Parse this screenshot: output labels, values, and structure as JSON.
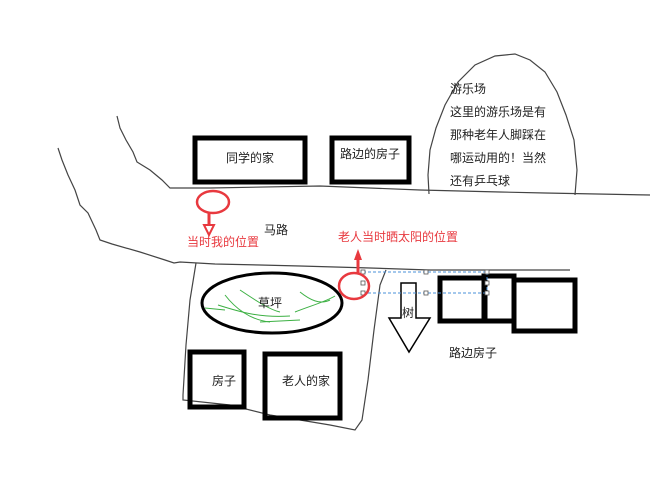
{
  "labels": {
    "classmate_house": "同学的家",
    "roadside_house_top": "路边的房子",
    "road": "马路",
    "my_position": "当时我的位置",
    "elder_position": "老人当时晒太阳的位置",
    "lawn": "草坪",
    "house": "房子",
    "elder_house": "老人的家",
    "tree": "树",
    "roadside_houses": "路边房子"
  },
  "playground": {
    "title": "游乐场",
    "lines": [
      "这里的游乐场是有",
      "那种老年人脚踩在",
      "哪运动用的！当然",
      "还有乒乓球"
    ]
  },
  "colors": {
    "marker": "#e8393f",
    "grass": "#3cb043",
    "selection": "#4a90d9",
    "ink": "#000000"
  }
}
